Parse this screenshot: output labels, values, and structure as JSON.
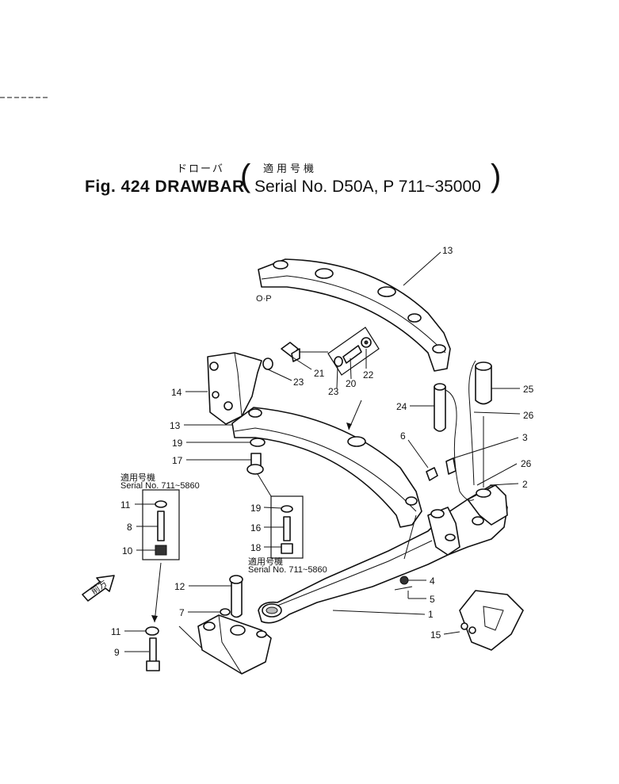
{
  "header": {
    "jp_title": "ドローバ",
    "jp_applicable": "適用号機",
    "fig_title": "Fig. 424  DRAWBAR",
    "serial_range": "Serial No. D50A, P   711~35000"
  },
  "notes": {
    "op_label": "O·P",
    "left_box_jp": "適用号機",
    "left_box_serial": "Serial No. 711~5860",
    "right_box_jp": "適用号機",
    "right_box_serial": "Serial No. 711~5860",
    "front_arrow_jp": "前方"
  },
  "callouts": [
    {
      "id": "c13a",
      "text": "13"
    },
    {
      "id": "c21",
      "text": "21"
    },
    {
      "id": "c23a",
      "text": "23"
    },
    {
      "id": "c23b",
      "text": "23"
    },
    {
      "id": "c20",
      "text": "20"
    },
    {
      "id": "c22",
      "text": "22"
    },
    {
      "id": "c25",
      "text": "25"
    },
    {
      "id": "c14",
      "text": "14"
    },
    {
      "id": "c24",
      "text": "24"
    },
    {
      "id": "c26a",
      "text": "26"
    },
    {
      "id": "c13b",
      "text": "13"
    },
    {
      "id": "c6",
      "text": "6"
    },
    {
      "id": "c3",
      "text": "3"
    },
    {
      "id": "c19a",
      "text": "19"
    },
    {
      "id": "c26b",
      "text": "26"
    },
    {
      "id": "c17",
      "text": "17"
    },
    {
      "id": "c2",
      "text": "2"
    },
    {
      "id": "c11a",
      "text": "11"
    },
    {
      "id": "c19b",
      "text": "19"
    },
    {
      "id": "c8",
      "text": "8"
    },
    {
      "id": "c16",
      "text": "16"
    },
    {
      "id": "c10",
      "text": "10"
    },
    {
      "id": "c18",
      "text": "18"
    },
    {
      "id": "c12",
      "text": "12"
    },
    {
      "id": "c4",
      "text": "4"
    },
    {
      "id": "c5",
      "text": "5"
    },
    {
      "id": "c7",
      "text": "7"
    },
    {
      "id": "c1",
      "text": "1"
    },
    {
      "id": "c11b",
      "text": "11"
    },
    {
      "id": "c15",
      "text": "15"
    },
    {
      "id": "c9",
      "text": "9"
    }
  ]
}
